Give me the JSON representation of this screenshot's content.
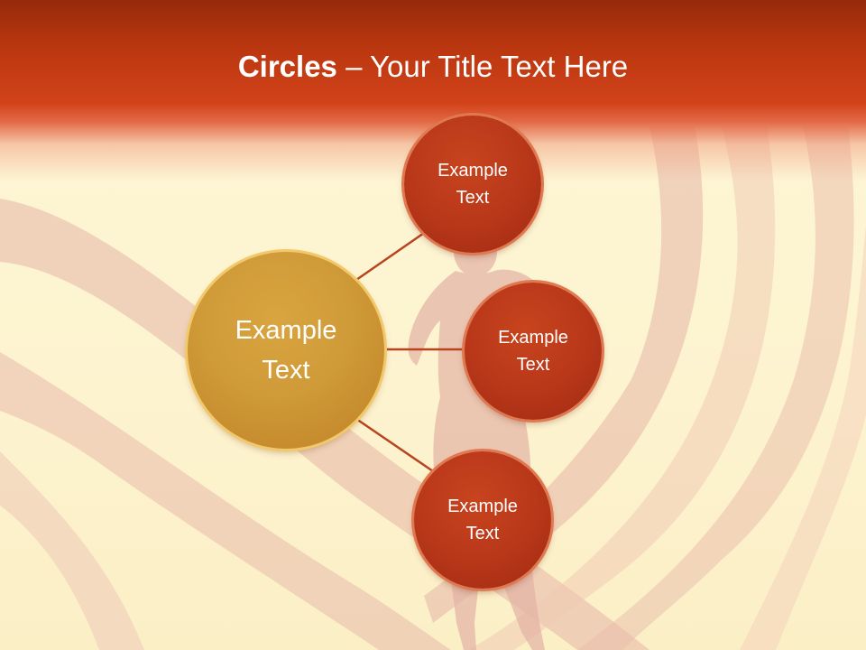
{
  "title": {
    "bold": "Circles",
    "rest": " – Your Title Text Here"
  },
  "diagram": {
    "center": {
      "label": "Example\nText"
    },
    "nodes": [
      {
        "label": "Example\nText"
      },
      {
        "label": "Example\nText"
      },
      {
        "label": "Example\nText"
      }
    ]
  },
  "colors": {
    "title_bar": "#b9360f",
    "center_fill": "#cf9a38",
    "node_fill": "#b9381a",
    "connector": "#b8441f",
    "background": "#fdf3cf"
  }
}
